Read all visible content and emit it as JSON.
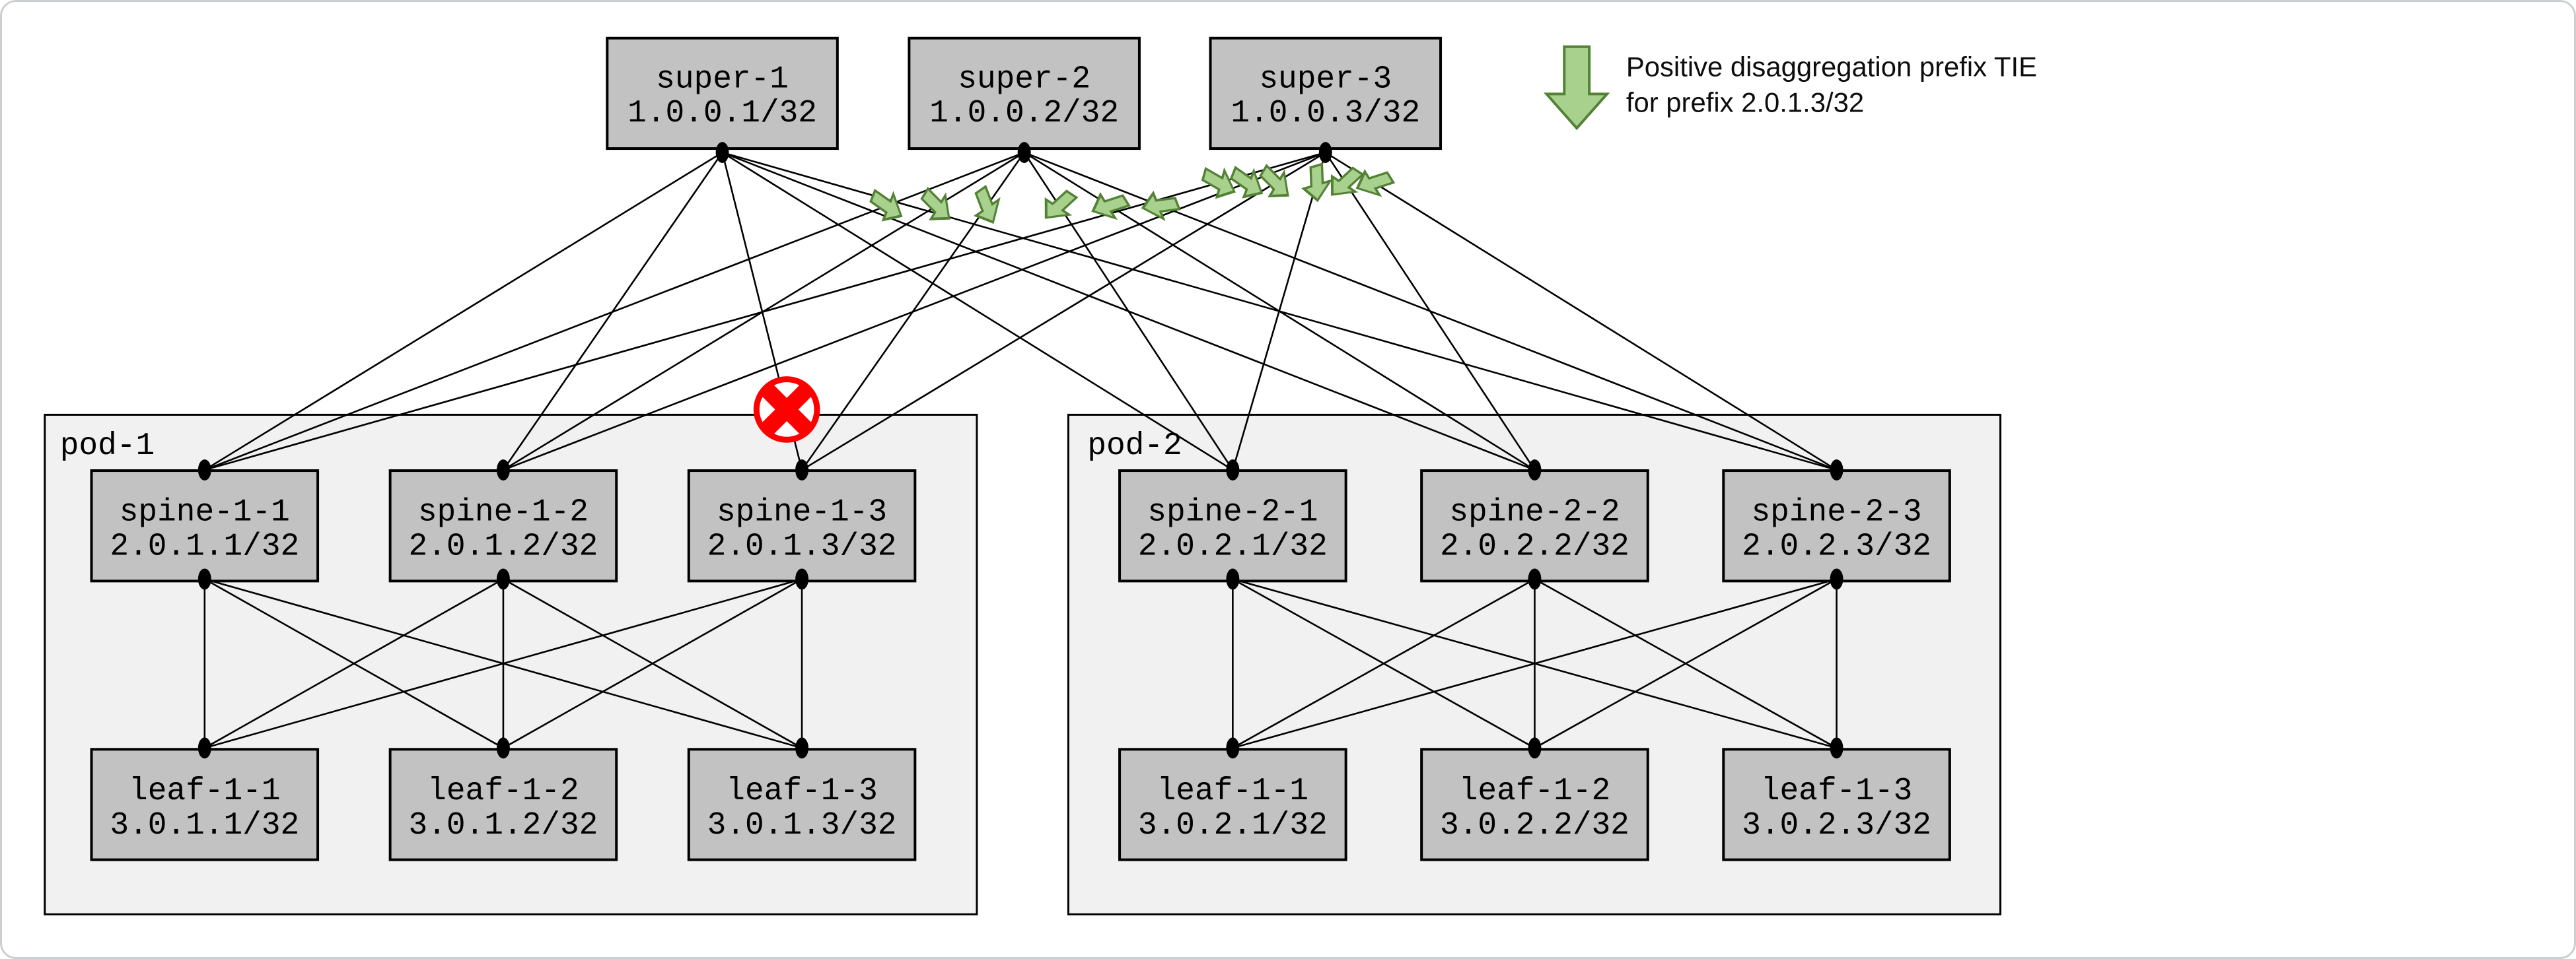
{
  "legend": {
    "line1": "Positive disaggregation prefix TIE",
    "line2": "for prefix 2.0.1.3/32"
  },
  "supers": [
    {
      "name": "super-1",
      "addr": "1.0.0.1/32"
    },
    {
      "name": "super-2",
      "addr": "1.0.0.2/32"
    },
    {
      "name": "super-3",
      "addr": "1.0.0.3/32"
    }
  ],
  "pods": [
    {
      "label": "pod-1",
      "spines": [
        {
          "name": "spine-1-1",
          "addr": "2.0.1.1/32"
        },
        {
          "name": "spine-1-2",
          "addr": "2.0.1.2/32"
        },
        {
          "name": "spine-1-3",
          "addr": "2.0.1.3/32"
        }
      ],
      "leaves": [
        {
          "name": "leaf-1-1",
          "addr": "3.0.1.1/32"
        },
        {
          "name": "leaf-1-2",
          "addr": "3.0.1.2/32"
        },
        {
          "name": "leaf-1-3",
          "addr": "3.0.1.3/32"
        }
      ]
    },
    {
      "label": "pod-2",
      "spines": [
        {
          "name": "spine-2-1",
          "addr": "2.0.2.1/32"
        },
        {
          "name": "spine-2-2",
          "addr": "2.0.2.2/32"
        },
        {
          "name": "spine-2-3",
          "addr": "2.0.2.3/32"
        }
      ],
      "leaves": [
        {
          "name": "leaf-1-1",
          "addr": "3.0.2.1/32"
        },
        {
          "name": "leaf-1-2",
          "addr": "3.0.2.2/32"
        },
        {
          "name": "leaf-1-3",
          "addr": "3.0.2.3/32"
        }
      ]
    }
  ],
  "failure": {
    "failed_link_between": [
      "super-1",
      "spine-1-3"
    ]
  },
  "icons": {
    "positive_disaggregation_arrow": "thick-green-down-arrow",
    "failed_link_marker": "red-circle-with-x"
  },
  "colors": {
    "arrow_fill": "#a9d18e",
    "arrow_stroke": "#538135",
    "failure_red": "#ff0000",
    "node_fill": "#c2c2c2",
    "pod_fill": "#f1f1f1",
    "line_black": "#000000"
  }
}
